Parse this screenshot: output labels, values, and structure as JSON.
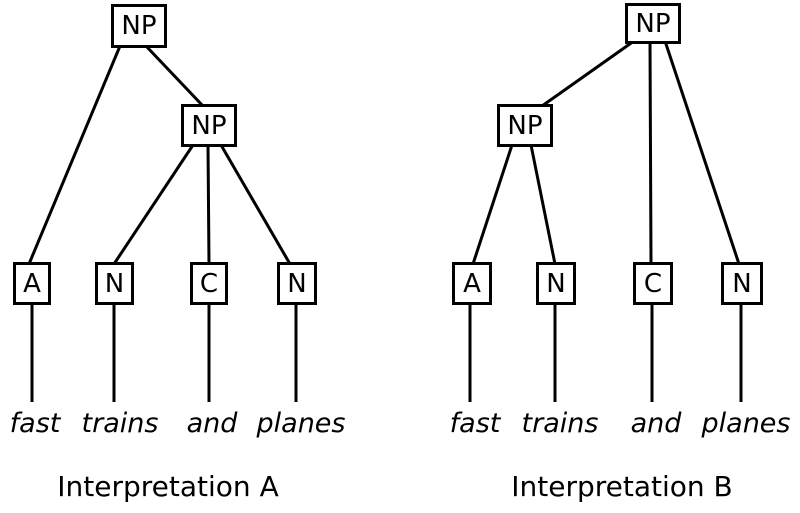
{
  "figure": {
    "type": "syntax-tree-diagram",
    "background_color": "#ffffff",
    "ink_color": "#000000"
  },
  "trees": [
    {
      "caption": "Interpretation A",
      "root_label": "NP",
      "inner_label": "NP",
      "root_children": [
        "A",
        "NP"
      ],
      "inner_children": [
        "N",
        "C",
        "N"
      ],
      "leaves": [
        {
          "label": "A",
          "word": "fast"
        },
        {
          "label": "N",
          "word": "trains"
        },
        {
          "label": "C",
          "word": "and"
        },
        {
          "label": "N",
          "word": "planes"
        }
      ]
    },
    {
      "caption": "Interpretation B",
      "root_label": "NP",
      "inner_label": "NP",
      "root_children": [
        "NP",
        "C",
        "N"
      ],
      "inner_children": [
        "A",
        "N"
      ],
      "leaves": [
        {
          "label": "A",
          "word": "fast"
        },
        {
          "label": "N",
          "word": "trains"
        },
        {
          "label": "C",
          "word": "and"
        },
        {
          "label": "N",
          "word": "planes"
        }
      ]
    }
  ]
}
